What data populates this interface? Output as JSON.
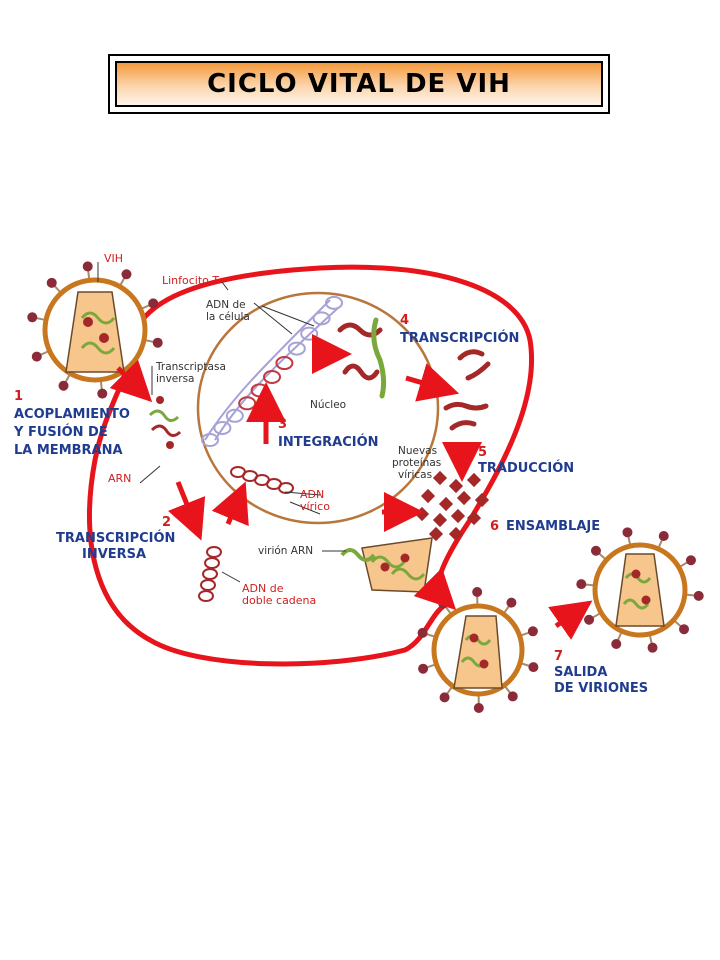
{
  "title": "CICLO VITAL DE VIH",
  "labels": {
    "vih": "VIH",
    "linfocito": "Linfocito T",
    "adn_celula_1": "ADN de",
    "adn_celula_2": "la célula",
    "transcriptasa_1": "Transcriptasa",
    "transcriptasa_2": "inversa",
    "nucleo": "Núcleo",
    "arn": "ARN",
    "adn_virico_1": "ADN",
    "adn_virico_2": "vírico",
    "nuevas_1": "Nuevas",
    "nuevas_2": "proteínas",
    "nuevas_3": "víricas",
    "virion_arn": "virión ARN",
    "adn_doble_1": "ADN de",
    "adn_doble_2": "doble cadena"
  },
  "steps": [
    {
      "num": "1",
      "lines": [
        "ACOPLAMIENTO",
        "Y FUSIÓN DE",
        "LA MEMBRANA"
      ]
    },
    {
      "num": "2",
      "lines": [
        "TRANSCRIPCIÓN",
        "INVERSA"
      ]
    },
    {
      "num": "3",
      "lines": [
        "INTEGRACIÓN"
      ]
    },
    {
      "num": "4",
      "lines": [
        "TRANSCRIPCIÓN"
      ]
    },
    {
      "num": "5",
      "lines": [
        "TRADUCCIÓN"
      ]
    },
    {
      "num": "6",
      "lines": [
        "ENSAMBLAJE"
      ]
    },
    {
      "num": "7",
      "lines": [
        "SALIDA",
        "DE VIRIONES"
      ]
    }
  ],
  "colors": {
    "membrane": "#e8141c",
    "nucleus": "#b8763a",
    "virus_ring": "#c9771e",
    "capsid": "#f7c68c",
    "rna_red": "#a52828",
    "rna_green": "#7ba83c",
    "dna_blue": "#a7a2d6",
    "label_blue": "#1f3c8f"
  }
}
